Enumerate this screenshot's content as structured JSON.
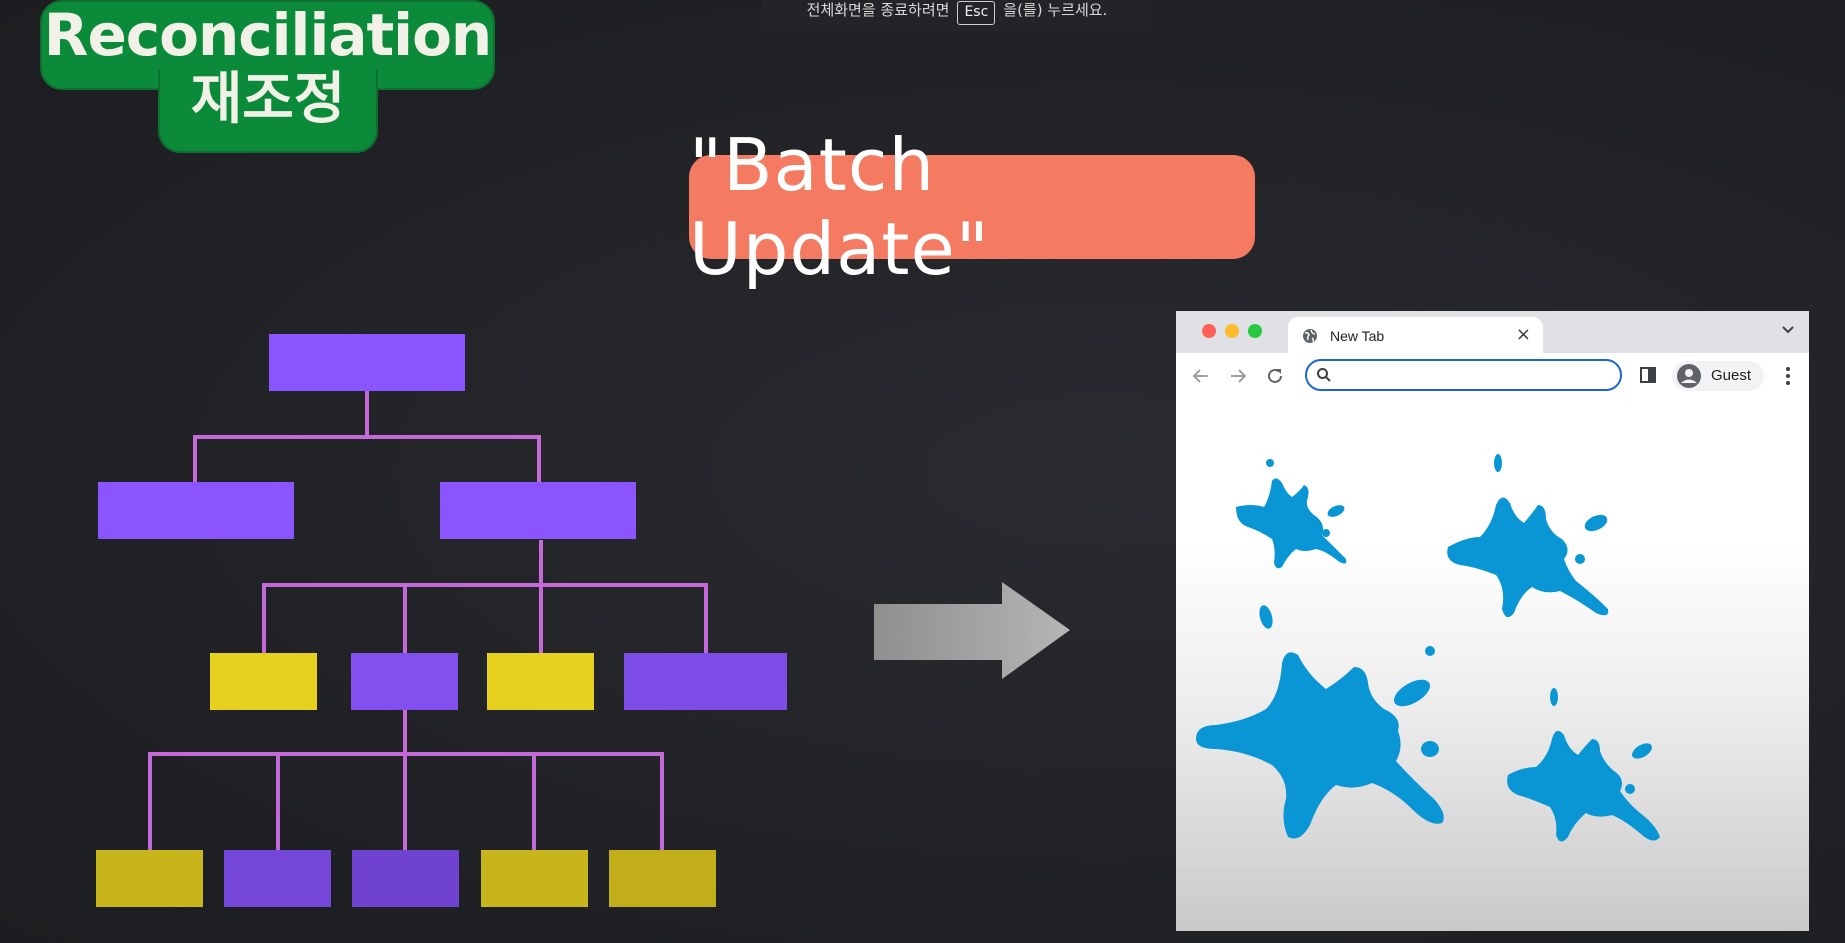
{
  "overlay": {
    "esc_hint_before": "전체화면을 종료하려면",
    "esc_key": "Esc",
    "esc_hint_after": "을(를) 누르세요."
  },
  "slide": {
    "topic_title": "Reconciliation",
    "topic_subtitle": "재조정",
    "callout": "\"Batch Update\"",
    "colors": {
      "topic_badge": "#0b8a3a",
      "callout_bg": "#f47b62",
      "node_changed": "#8a55ff",
      "node_unchanged": "#e6d21e",
      "edge": "#c46ad8",
      "arrow": "#a8a8a8",
      "splat": "#0a96d4"
    }
  },
  "browser": {
    "tab_title": "New Tab",
    "tab_close_icon": "close-icon",
    "address_placeholder": "",
    "profile_label": "Guest",
    "icons": [
      "back-arrow-icon",
      "forward-arrow-icon",
      "reload-icon",
      "search-icon",
      "side-panel-icon",
      "profile-icon",
      "more-menu-icon",
      "tab-list-chevron-icon",
      "globe-icon"
    ]
  }
}
